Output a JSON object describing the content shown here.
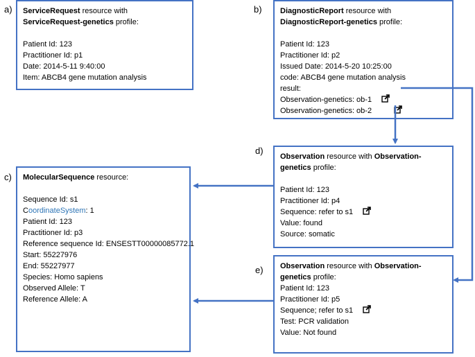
{
  "labels": {
    "a": "a)",
    "b": "b)",
    "c": "c)",
    "d": "d)",
    "e": "e)"
  },
  "service_request": {
    "title_bold_1": "ServiceRequest",
    "title_text_1": " resource with ",
    "title_bold_2": "ServiceRequest-genetics",
    "title_text_2": " profile:",
    "lines": [
      "Patient Id: 123",
      "Practitioner Id: p1",
      "Date: 2014-5-11 9:40:00",
      "Item: ABCB4 gene mutation analysis"
    ]
  },
  "diagnostic_report": {
    "title_bold_1": "DiagnosticReport",
    "title_text_1": " resource with",
    "title_bold_2": "DiagnosticReport-genetics",
    "title_text_2": " profile:",
    "lines": [
      "Patient Id: 123",
      "Practitioner Id: p2",
      "Issued Date: 2014-5-20 10:25:00",
      "code: ABCB4 gene mutation analysis",
      "result:"
    ],
    "results": [
      "Observation-genetics: ob-1",
      "Observation-genetics: ob-2"
    ]
  },
  "molecular_sequence": {
    "title_bold": "MolecularSequence",
    "title_text": " resource:",
    "sequence_id": "Sequence Id: s1",
    "coord_c": "C",
    "coord_link": "oordinateSystem",
    "coord_value": ": 1",
    "lines": [
      "Patient Id: 123",
      "Practitioner Id: p3",
      "Reference sequence Id: ENSESTT00000085772.1",
      "Start: 55227976",
      "End: 55227977",
      "Species: Homo sapiens",
      "Observed Allele: T",
      "Reference Allele: A"
    ]
  },
  "observation_d": {
    "title_bold_1": "Observation",
    "title_text_1": " resource with ",
    "title_bold_2": "Observation-",
    "title_bold_3": "genetics",
    "title_text_2": " profile:",
    "lines": [
      "Patient Id: 123",
      "Practitioner Id: p4"
    ],
    "sequence": "Sequence: refer to s1",
    "lines2": [
      "Value: found",
      "Source: somatic"
    ]
  },
  "observation_e": {
    "title_bold_1": "Observation",
    "title_text_1": " resource with ",
    "title_bold_2": "Observation-",
    "title_bold_3": "genetics",
    "title_text_2": " profile:",
    "lines": [
      "Patient Id: 123",
      "Practitioner Id: p5"
    ],
    "sequence": "Sequence; refer to s1",
    "lines2": [
      "Test: PCR validation",
      "Value: Not found"
    ]
  },
  "colors": {
    "border": "#4472c4",
    "arrow": "#4472c4",
    "link_text": "#2e75b6"
  },
  "icons": {
    "external_link": "external-link-icon"
  }
}
